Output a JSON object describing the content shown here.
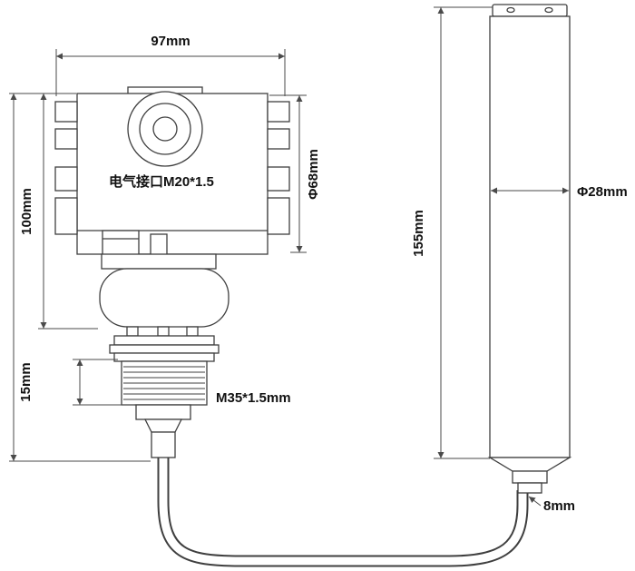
{
  "diagram": {
    "title": "pressure-level-transmitter-dimension-drawing",
    "dims": {
      "width_97": "97mm",
      "height_100": "100mm",
      "height_15": "15mm",
      "dia_68": "Φ68mm",
      "height_155": "155mm",
      "dia_28": "Φ28mm",
      "cable_8": "8mm"
    },
    "labels": {
      "electrical_port": "电气接口M20*1.5",
      "thread": "M35*1.5mm"
    },
    "colors": {
      "line": "#3f3f3f",
      "dimension": "#4a4a4a",
      "text": "#111111",
      "background": "#ffffff"
    }
  }
}
